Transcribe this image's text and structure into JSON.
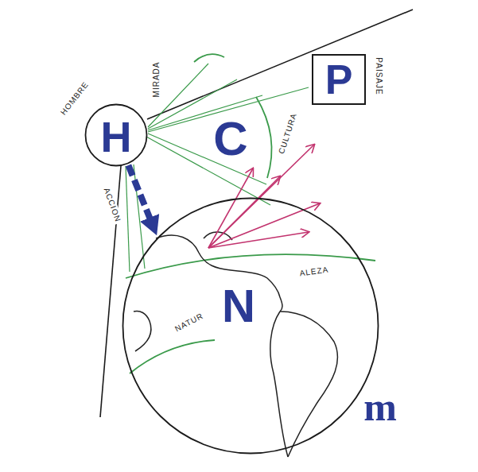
{
  "diagram": {
    "nodes": [
      {
        "text": [
          "H",
          "HOMBRE"
        ]
      },
      {
        "text": [
          "P",
          "PAISAJE"
        ]
      },
      {
        "text": [
          "N",
          "NATUR",
          "ALEZA"
        ]
      }
    ],
    "edges": [
      {
        "from": 0,
        "to": 2,
        "arrow": "to",
        "label": "ACCION"
      }
    ],
    "labels": [
      "MIRADA",
      "C",
      "CULTURA",
      "m"
    ]
  }
}
